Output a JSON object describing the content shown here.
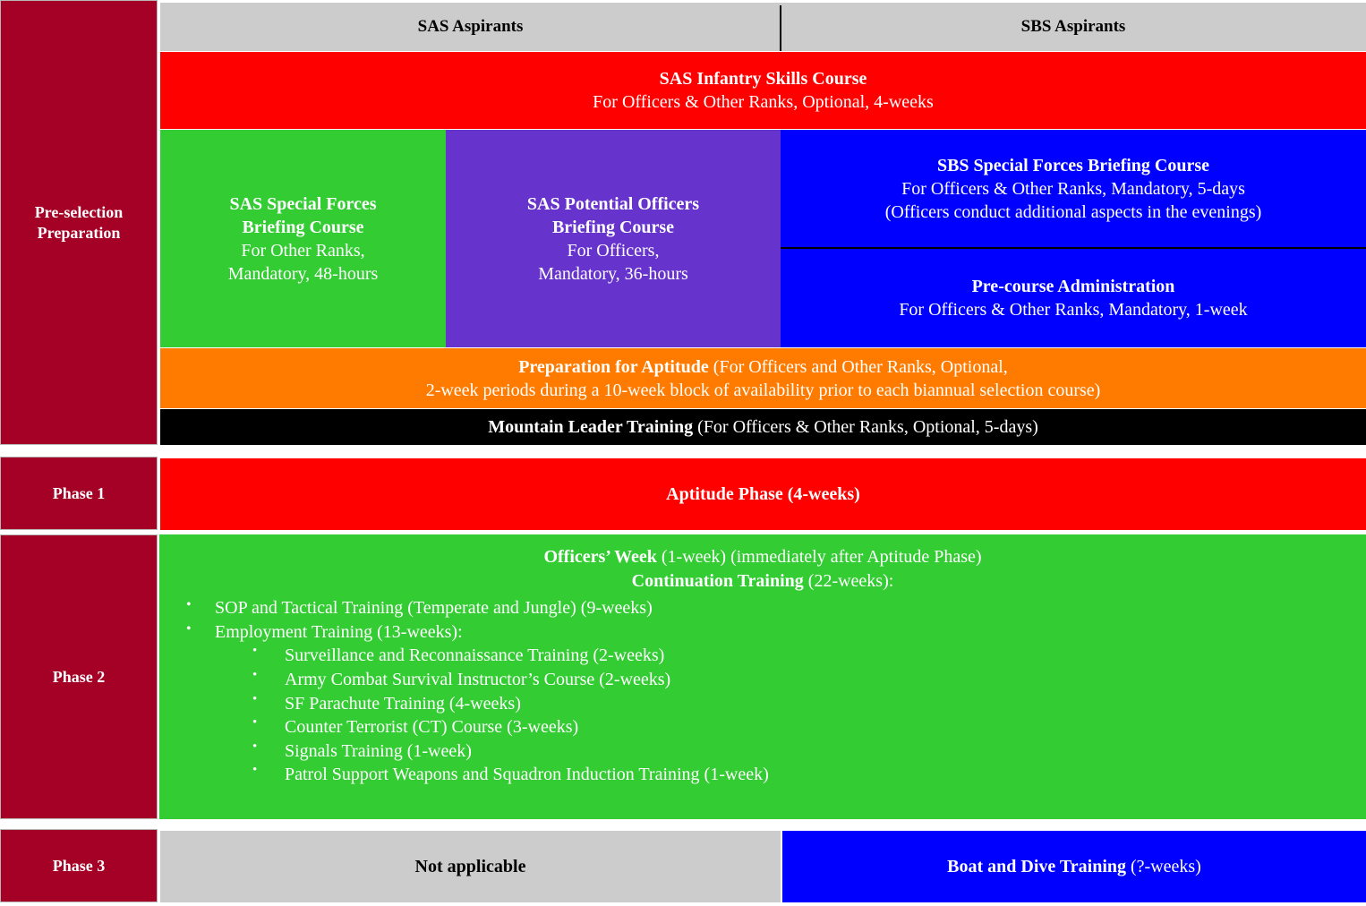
{
  "columns": {
    "sas_header": "SAS Aspirants",
    "sbs_header": "SBS Aspirants"
  },
  "rows": {
    "preselection": {
      "label": "Pre-selection\nPreparation",
      "label_line1": "Pre-selection",
      "label_line2": "Preparation",
      "infantry_skills": {
        "title": "SAS Infantry Skills Course",
        "detail": "For Officers & Other Ranks, Optional, 4-weeks"
      },
      "sas_sf_briefing": {
        "title_line1": "SAS Special Forces",
        "title_line2": "Briefing Course",
        "detail_line1": "For Other Ranks,",
        "detail_line2": "Mandatory, 48-hours"
      },
      "sas_potential_officers": {
        "title_line1": "SAS Potential Officers",
        "title_line2": "Briefing Course",
        "detail_line1": "For Officers,",
        "detail_line2": "Mandatory, 36-hours"
      },
      "sbs_sf_briefing": {
        "title": "SBS Special Forces Briefing Course",
        "detail_line1": "For Officers & Other Ranks, Mandatory, 5-days",
        "detail_line2": "(Officers conduct additional aspects in the evenings)"
      },
      "pre_course_admin": {
        "title": "Pre-course Administration",
        "detail": "For Officers & Other Ranks, Mandatory, 1-week"
      },
      "preparation_aptitude": {
        "title": "Preparation for Aptitude",
        "detail_line1": " (For Officers and Other Ranks, Optional,",
        "detail_line2": "2-week periods during a 10-week block of availability prior to each biannual selection course)"
      },
      "mountain_leader": {
        "title": "Mountain Leader Training",
        "detail": " (For Officers & Other Ranks, Optional, 5-days)"
      }
    },
    "phase1": {
      "label": "Phase 1",
      "content": "Aptitude Phase (4-weeks)"
    },
    "phase2": {
      "label": "Phase 2",
      "officers_week_bold": "Officers’ Week",
      "officers_week_rest": " (1-week) (immediately after Aptitude Phase)",
      "continuation_bold": "Continuation Training",
      "continuation_rest": " (22-weeks):",
      "items": [
        {
          "text": "SOP and Tactical Training (Temperate and Jungle) (9-weeks)",
          "children": []
        },
        {
          "text": "Employment Training (13-weeks):",
          "children": [
            "Surveillance and Reconnaissance Training (2-weeks)",
            "Army Combat Survival Instructor’s Course (2-weeks)",
            "SF Parachute Training (4-weeks)",
            "Counter Terrorist (CT) Course (3-weeks)",
            "Signals Training (1-week)",
            "Patrol Support Weapons and Squadron Induction Training (1-week)"
          ]
        }
      ]
    },
    "phase3": {
      "label": "Phase 3",
      "sas_content": "Not applicable",
      "sbs_bold": "Boat and Dive Training",
      "sbs_rest": " (?-weeks)"
    }
  },
  "colors": {
    "phase_label": "#a50026",
    "header_gray": "#cccccc",
    "red": "#ff0000",
    "green": "#33cc33",
    "purple": "#6633cc",
    "blue": "#0000ff",
    "orange": "#ff7b00",
    "black": "#000000",
    "white": "#ffffff"
  }
}
